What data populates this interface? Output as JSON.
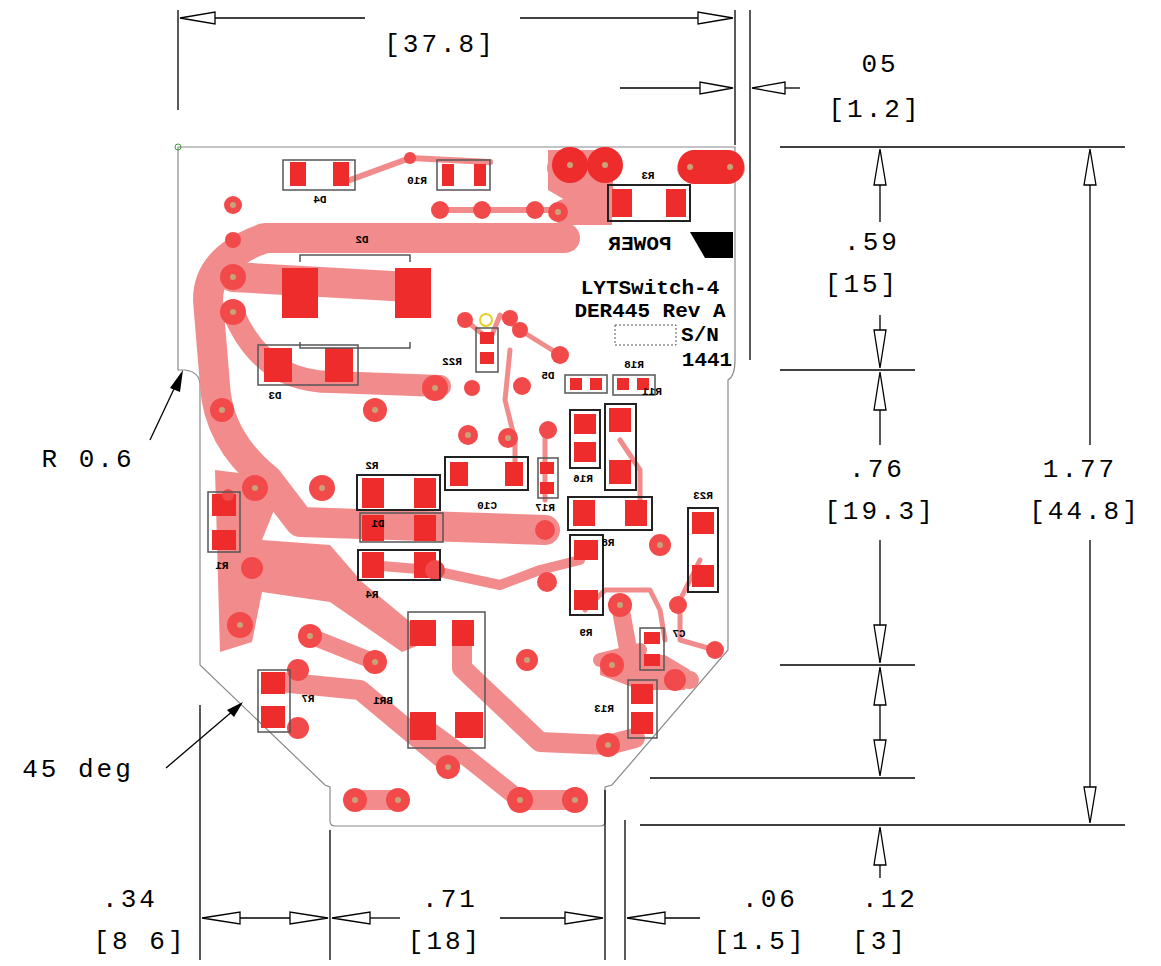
{
  "diagram": {
    "labels": [
      "[37.8]",
      "05",
      "[1.2]",
      ".59",
      "[15]",
      ".76",
      "[19.3]",
      "1.77",
      "[44.8]",
      "R 0.6",
      "45 deg",
      ".34",
      "[8 6]",
      ".71",
      "[18]",
      ".06",
      "[1.5]",
      ".12",
      "[3]",
      "D4",
      "R10",
      "R3",
      "POWER",
      "LYTSwitch-4",
      "DER445 Rev A",
      "S/N",
      "1441",
      "D2",
      "D3",
      "R22",
      "D5",
      "R18",
      "R11",
      "R16",
      "C10",
      "R17",
      "R2",
      "D1",
      "R1",
      "R4",
      "R23",
      "R8",
      "R9",
      "C7",
      "R7",
      "BR1",
      "R13"
    ]
  }
}
